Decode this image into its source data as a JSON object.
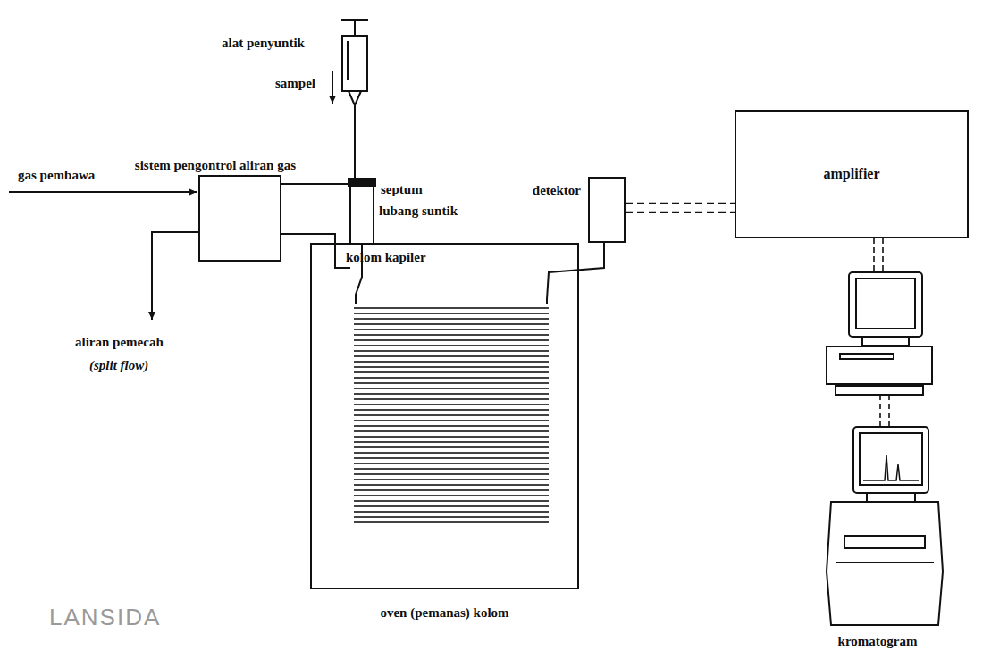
{
  "diagram": {
    "nodes": [
      {
        "text": [
          "sistem pengontrol aliran gas"
        ]
      },
      {
        "text": [
          "kolom kapiler",
          "oven (pemanas) kolom"
        ]
      },
      {
        "text": [
          "detektor"
        ]
      },
      {
        "text": [
          "amplifier"
        ]
      }
    ],
    "edges": [
      {
        "from": 2,
        "to": 3,
        "arrow": "none"
      }
    ],
    "labels": [
      "alat penyuntik",
      "sampel",
      "gas pembawa",
      "septum",
      "lubang suntik",
      "aliran pemecah",
      "(split flow)",
      "kromatogram",
      "LANSIDA"
    ]
  }
}
